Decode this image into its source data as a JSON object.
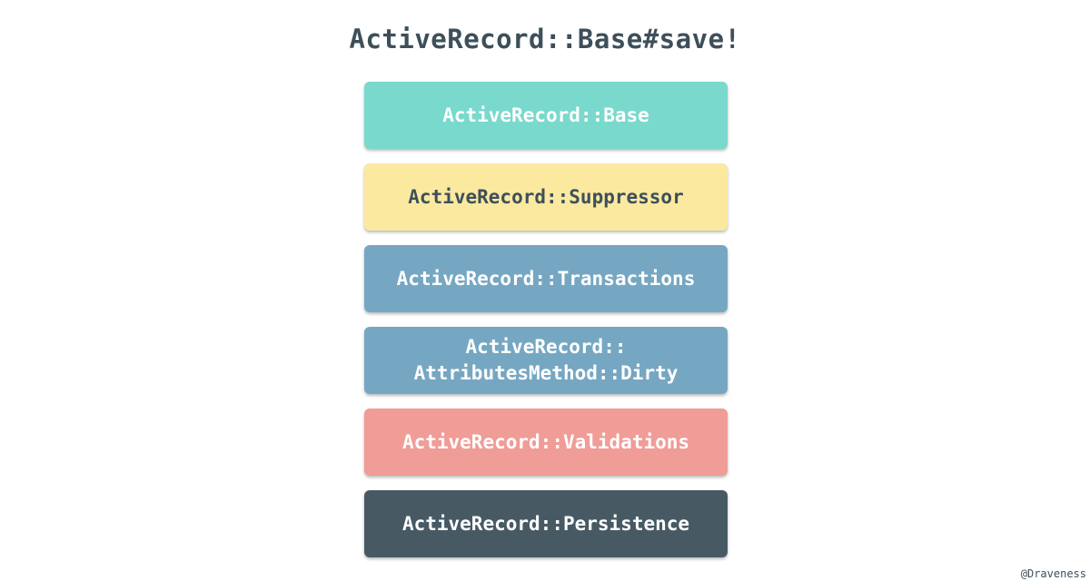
{
  "title": "ActiveRecord::Base#save!",
  "layers": [
    {
      "label": "ActiveRecord::Base",
      "bg": "#79d9cc",
      "fg": "#ffffff"
    },
    {
      "label": "ActiveRecord::Suppressor",
      "bg": "#fbe9a0",
      "fg": "#3d4f5a"
    },
    {
      "label": "ActiveRecord::Transactions",
      "bg": "#76a7c2",
      "fg": "#ffffff"
    },
    {
      "label": "ActiveRecord::\nAttributesMethod::Dirty",
      "bg": "#76a7c2",
      "fg": "#ffffff"
    },
    {
      "label": "ActiveRecord::Validations",
      "bg": "#f09c97",
      "fg": "#ffffff"
    },
    {
      "label": "ActiveRecord::Persistence",
      "bg": "#475a64",
      "fg": "#ffffff"
    }
  ],
  "credit": "@Draveness"
}
